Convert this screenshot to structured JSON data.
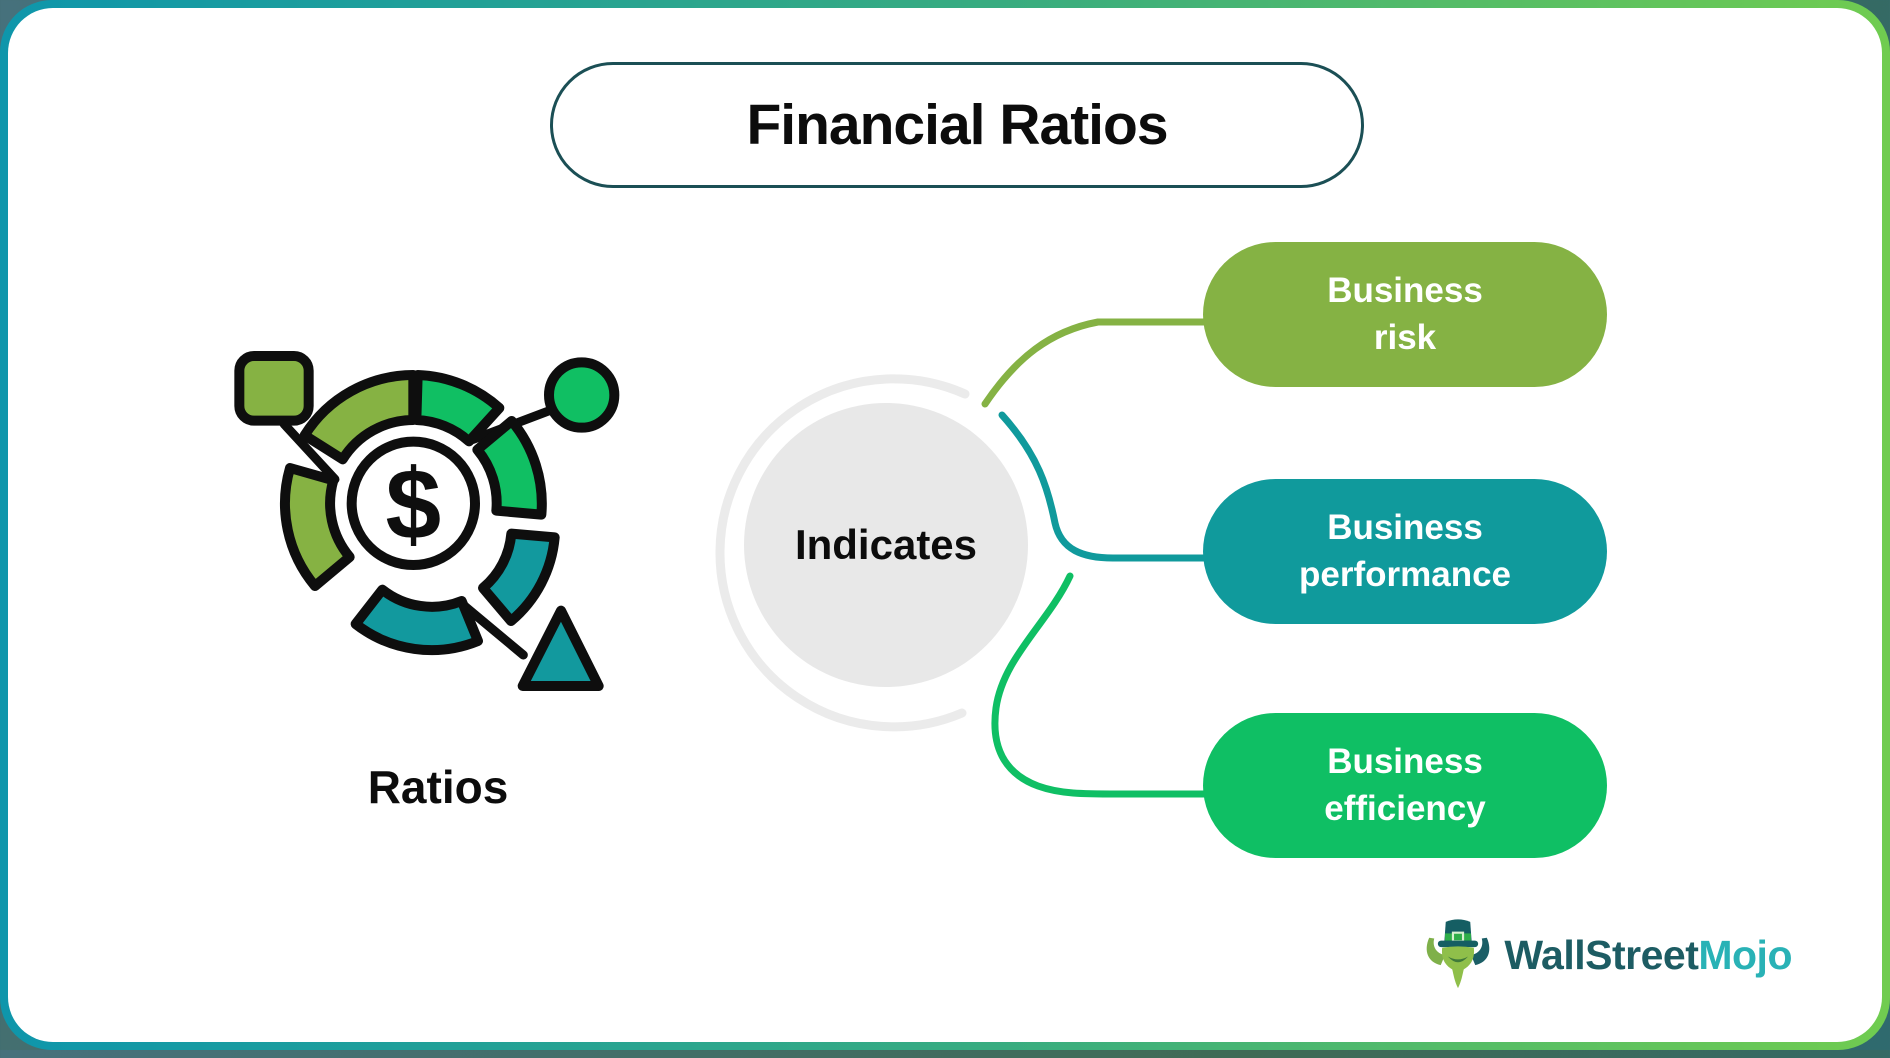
{
  "frame": {
    "card_background": "#ffffff",
    "border_gradient_left": "#0e96ab",
    "border_gradient_right": "#70cc50",
    "outer_background": "#3f6b5f"
  },
  "title": {
    "text": "Financial Ratios",
    "border_color": "#1b4f55"
  },
  "icon": {
    "label": "Ratios",
    "dollar_symbol": "$",
    "colors": {
      "olive_segment": "#86b243",
      "green_segment": "#10bf63",
      "teal_segment": "#12999e",
      "outline": "#0e0e0e"
    }
  },
  "center": {
    "text": "Indicates",
    "fill_color": "#e8e8e8",
    "ring_color": "#ebebeb"
  },
  "branches": [
    {
      "line1": "Business",
      "line2": "risk",
      "color": "#85b244"
    },
    {
      "line1": "Business",
      "line2": "performance",
      "color": "#109a9c"
    },
    {
      "line1": "Business",
      "line2": "efficiency",
      "color": "#0fbf64"
    }
  ],
  "logo": {
    "part1": "WallStreet",
    "part2": "Mojo",
    "part1_color": "#1d5c63",
    "part2_color": "#29b2b6"
  }
}
